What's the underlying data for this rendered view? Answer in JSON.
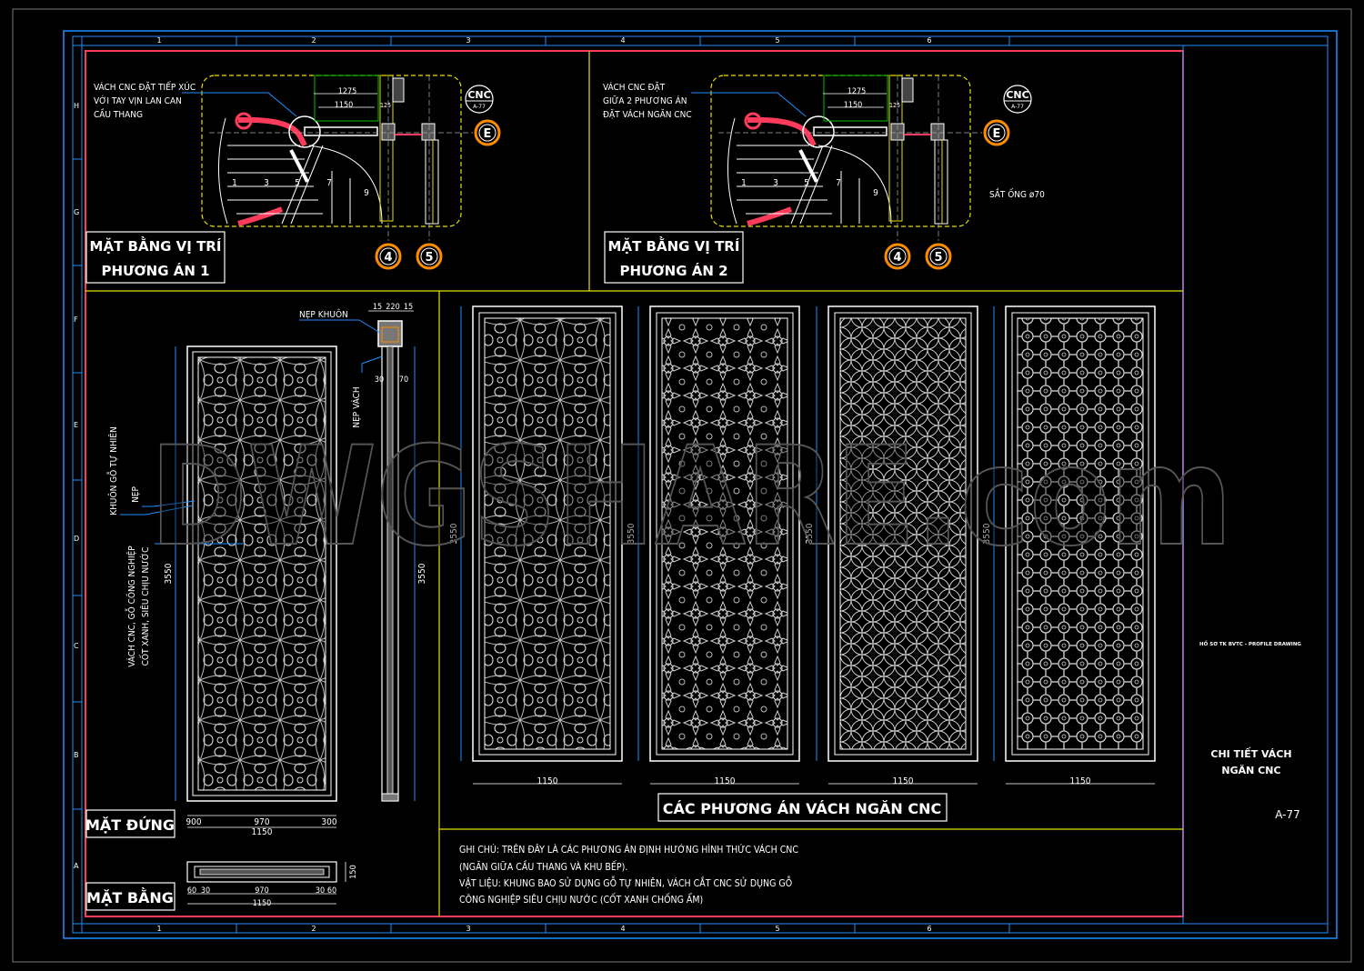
{
  "grid": {
    "columns": [
      "1",
      "2",
      "3",
      "4",
      "5",
      "6"
    ],
    "rows": [
      "H",
      "G",
      "F",
      "E",
      "D",
      "C",
      "B",
      "A"
    ]
  },
  "watermark": "DWGSHARE.com",
  "plan1": {
    "title_line1": "MẶT BẰNG VỊ TRÍ",
    "title_line2": "PHƯƠNG ÁN 1",
    "note_lines": [
      "VÁCH CNC ĐẶT TIẾP XÚC",
      "VỚI TAY VỊN LAN CAN",
      "CẦU THANG"
    ],
    "dim_top": "1275",
    "dim_inner": "1150",
    "dim_small": "125",
    "stair_numbers": [
      "1",
      "3",
      "5",
      "7",
      "9"
    ],
    "tag_cnc": "CNC",
    "tag_ref": "A-77",
    "axis_e": "E",
    "axis_4": "4",
    "axis_5": "5"
  },
  "plan2": {
    "title_line1": "MẶT BẰNG VỊ TRÍ",
    "title_line2": "PHƯƠNG ÁN 2",
    "note_lines": [
      "VÁCH CNC ĐẶT",
      "GIỮA 2 PHƯƠNG ÁN",
      "ĐẶT VÁCH NGĂN CNC"
    ],
    "dim_top": "1275",
    "dim_inner": "1150",
    "dim_small": "125",
    "stair_numbers": [
      "1",
      "3",
      "5",
      "7",
      "9"
    ],
    "pipe_note": "SẮT ỐNG ø70",
    "tag_cnc": "CNC",
    "tag_ref": "A-77",
    "axis_e": "E",
    "axis_4": "4",
    "axis_5": "5"
  },
  "elevation": {
    "title": "MẶT ĐỨNG",
    "label_frame": "KHUÔN GỖ TỰ NHIÊN",
    "label_nep": "NẸP",
    "label_panel_line1": "VÁCH CNC, GỖ CÔNG NGHIỆP",
    "label_panel_line2": "CỐT XANH, SIÊU CHỊU NƯỚC",
    "height": "3550",
    "dim_left": "900",
    "dim_mid": "970",
    "dim_right": "300",
    "dim_total": "1150"
  },
  "section": {
    "label_nep_khuon": "NẸP KHUÔN",
    "label_nep_vach": "NẸP VÁCH",
    "dim_a": "15",
    "dim_b": "220",
    "dim_c": "15",
    "dim_d": "30",
    "dim_e": "70",
    "height": "3550"
  },
  "plan_view": {
    "title": "MẶT BẰNG",
    "dim_a": "60",
    "dim_b": "30",
    "dim_mid": "970",
    "dim_c": "30",
    "dim_d": "60",
    "dim_total": "1150",
    "dim_depth": "150"
  },
  "options": {
    "title": "CÁC PHƯƠNG ÁN VÁCH NGĂN CNC",
    "panels": [
      {
        "width": "1150",
        "height": "3550"
      },
      {
        "width": "1150",
        "height": "3550"
      },
      {
        "width": "1150",
        "height": "3550"
      },
      {
        "width": "1150",
        "height": "3550"
      }
    ]
  },
  "notes": {
    "lines": [
      "GHI CHÚ: TRÊN ĐÂY LÀ CÁC PHƯƠNG ÁN ĐỊNH HƯỚNG HÌNH THỨC VÁCH CNC",
      "(NGĂN GIỮA CẦU THANG VÀ KHU BẾP).",
      "VẬT LIỆU: KHUNG BAO SỬ DỤNG GỖ TỰ NHIÊN, VÁCH CẮT CNC SỬ DỤNG GỖ",
      "CÔNG NGHIỆP SIÊU CHỊU NƯỚC (CỐT XANH CHỐNG ẨM)"
    ]
  },
  "title_block": {
    "project": "HỒ SƠ TK BVTC - PROFILE DRAWING",
    "sheet_title_line1": "CHI TIẾT VÁCH",
    "sheet_title_line2": "NGĂN CNC",
    "sheet_no": "A-77"
  },
  "colors": {
    "background": "#000000",
    "sheet_border": "#1e90ff",
    "frame_red": "#ff3b5c",
    "divider_yellow": "#e8e000",
    "line_white": "#ffffff",
    "callout_orange": "#ff8c00",
    "green": "#00c000"
  }
}
